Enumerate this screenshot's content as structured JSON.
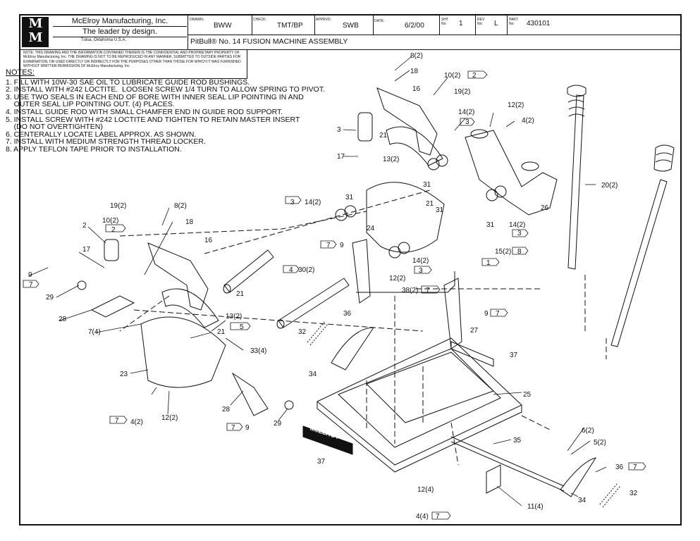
{
  "title_block": {
    "logo_text": "MM",
    "company": "McElroy Manufacturing, Inc.",
    "tagline": "The leader by design.",
    "location": "Tulsa, Oklahoma U.S.A.",
    "drawn_label": "DRAWN:",
    "drawn_value": "BWW",
    "check_label": "CHECK:",
    "check_value": "TMT/BP",
    "apprvd_label": "APPRVD:",
    "apprvd_value": "SWB",
    "date_label": "DATE:",
    "date_value": "6/2/00",
    "sht_label": "SHT No:",
    "sht_value": "1",
    "rev_label": "REV No:",
    "rev_value": "L",
    "part_label": "PART No:",
    "part_value": "430101",
    "title": "PitBull® No. 14 FUSION MACHINE ASSEMBLY"
  },
  "confidential_note": "NOTE: THIS DRAWING AND THE INFORMATION CONTAINED THEREIN IS THE CONFIDENTIAL AND PROPRIETARY PROPERTY OF McElroy Manufacturing, Inc. THE DRAWING IS NOT TO BE REPRODUCED IN ANY MANNER, SUBMITTED TO OUTSIDE PARTIES FOR EXAMINATION, OR USED DIRECTLY OR INDIRECTLY FOR THE PURPOSES OTHER THAN THOSE FOR WHICH IT WAS FURNISHED WITHOUT WRITTEN PERMISSION OF McElroy Manufacturing, Inc.",
  "notes": {
    "heading": "NOTES:",
    "items": [
      "1. FILL WITH 10W-30 SAE OIL TO LUBRICATE GUIDE ROD BUSHINGS.",
      "2. INSTALL WITH #242 LOCTITE.  LOOSEN SCREW 1/4 TURN TO ALLOW SPRING TO PIVOT.",
      "3. USE TWO SEALS IN EACH END OF BORE WITH INNER SEAL LIP POINTING IN AND",
      "    OUTER SEAL LIP POINTING OUT. (4) PLACES.",
      "4. INSTALL GUIDE ROD WITH SMALL CHAMFER END IN GUIDE ROD SUPPORT.",
      "5. INSTALL SCREW WITH #242 LOCTITE AND TIGHTEN TO RETAIN MASTER INSERT",
      "    (DO NOT OVERTIGHTEN)",
      "6. CENTERALLY LOCATE LABEL APPROX. AS SHOWN.",
      "7. INSTALL WITH MEDIUM STRENGTH THREAD LOCKER.",
      "8. APPLY TEFLON TAPE PRIOR TO INSTALLATION."
    ]
  },
  "callouts": [
    "8(2)",
    "18",
    "10(2)",
    "2",
    "19(2)",
    "16",
    "12(2)",
    "3",
    "4(2)",
    "14(2)",
    "3",
    "21",
    "17",
    "13(2)",
    "31",
    "20(2)",
    "26",
    "3",
    "14(2)",
    "31",
    "21",
    "31",
    "14(2)",
    "3",
    "24",
    "7",
    "9",
    "15(2)",
    "8",
    "1",
    "31",
    "14(2)",
    "3",
    "19(2)",
    "8(2)",
    "10(2)",
    "2",
    "18",
    "16",
    "2",
    "17",
    "9",
    "7",
    "29",
    "28",
    "4",
    "30(2)",
    "12(2)",
    "38(2)",
    "7",
    "36",
    "9",
    "7",
    "21",
    "13(2)",
    "5",
    "7(4)",
    "21",
    "32",
    "27",
    "33(4)",
    "23",
    "37",
    "34",
    "25",
    "28",
    "7",
    "9",
    "29",
    "7",
    "4(2)",
    "12(2)",
    "6(2)",
    "5(2)",
    "35",
    "37",
    "36",
    "7",
    "32",
    "12(4)",
    "11(4)",
    "34",
    "4(4)",
    "7"
  ],
  "label_text": "McELROY"
}
